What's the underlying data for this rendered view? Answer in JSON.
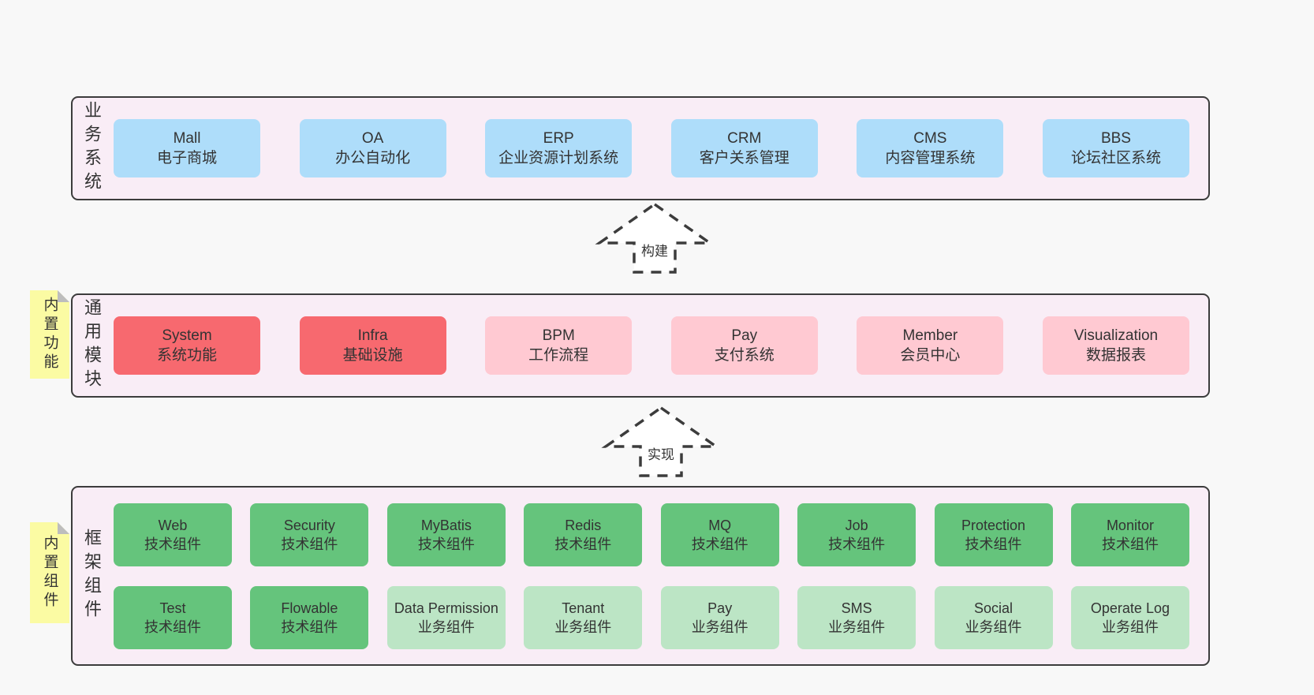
{
  "colors": {
    "page_bg": "#f8f8f8",
    "band_bg": "#f9edf6",
    "band_border": "#3c3c3c",
    "blue": "#aeddfa",
    "red": "#f7696f",
    "pink": "#ffc9d2",
    "green": "#65c47c",
    "green_light": "#bce5c5",
    "sticky_bg": "#fbfba3",
    "sticky_fold": "#bdbdbd",
    "text": "#333333"
  },
  "arrows": [
    {
      "label": "构建"
    },
    {
      "label": "实现"
    }
  ],
  "bands": [
    {
      "label": "业务系统",
      "sticky": null,
      "rows": [
        [
          {
            "title": "Mall",
            "subtitle": "电子商城",
            "variant": "blue"
          },
          {
            "title": "OA",
            "subtitle": "办公自动化",
            "variant": "blue"
          },
          {
            "title": "ERP",
            "subtitle": "企业资源计划系统",
            "variant": "blue"
          },
          {
            "title": "CRM",
            "subtitle": "客户关系管理",
            "variant": "blue"
          },
          {
            "title": "CMS",
            "subtitle": "内容管理系统",
            "variant": "blue"
          },
          {
            "title": "BBS",
            "subtitle": "论坛社区系统",
            "variant": "blue"
          }
        ]
      ]
    },
    {
      "label": "通用模块",
      "sticky": "内置功能",
      "rows": [
        [
          {
            "title": "System",
            "subtitle": "系统功能",
            "variant": "red"
          },
          {
            "title": "Infra",
            "subtitle": "基础设施",
            "variant": "red"
          },
          {
            "title": "BPM",
            "subtitle": "工作流程",
            "variant": "pink"
          },
          {
            "title": "Pay",
            "subtitle": "支付系统",
            "variant": "pink"
          },
          {
            "title": "Member",
            "subtitle": "会员中心",
            "variant": "pink"
          },
          {
            "title": "Visualization",
            "subtitle": "数据报表",
            "variant": "pink"
          }
        ]
      ]
    },
    {
      "label": "框架组件",
      "sticky": "内置组件",
      "rows": [
        [
          {
            "title": "Web",
            "subtitle": "技术组件",
            "variant": "green"
          },
          {
            "title": "Security",
            "subtitle": "技术组件",
            "variant": "green"
          },
          {
            "title": "MyBatis",
            "subtitle": "技术组件",
            "variant": "green"
          },
          {
            "title": "Redis",
            "subtitle": "技术组件",
            "variant": "green"
          },
          {
            "title": "MQ",
            "subtitle": "技术组件",
            "variant": "green"
          },
          {
            "title": "Job",
            "subtitle": "技术组件",
            "variant": "green"
          },
          {
            "title": "Protection",
            "subtitle": "技术组件",
            "variant": "green"
          },
          {
            "title": "Monitor",
            "subtitle": "技术组件",
            "variant": "green"
          }
        ],
        [
          {
            "title": "Test",
            "subtitle": "技术组件",
            "variant": "green"
          },
          {
            "title": "Flowable",
            "subtitle": "技术组件",
            "variant": "green"
          },
          {
            "title": "Data Permission",
            "subtitle": "业务组件",
            "variant": "green-light"
          },
          {
            "title": "Tenant",
            "subtitle": "业务组件",
            "variant": "green-light"
          },
          {
            "title": "Pay",
            "subtitle": "业务组件",
            "variant": "green-light"
          },
          {
            "title": "SMS",
            "subtitle": "业务组件",
            "variant": "green-light"
          },
          {
            "title": "Social",
            "subtitle": "业务组件",
            "variant": "green-light"
          },
          {
            "title": "Operate Log",
            "subtitle": "业务组件",
            "variant": "green-light"
          }
        ]
      ]
    }
  ]
}
